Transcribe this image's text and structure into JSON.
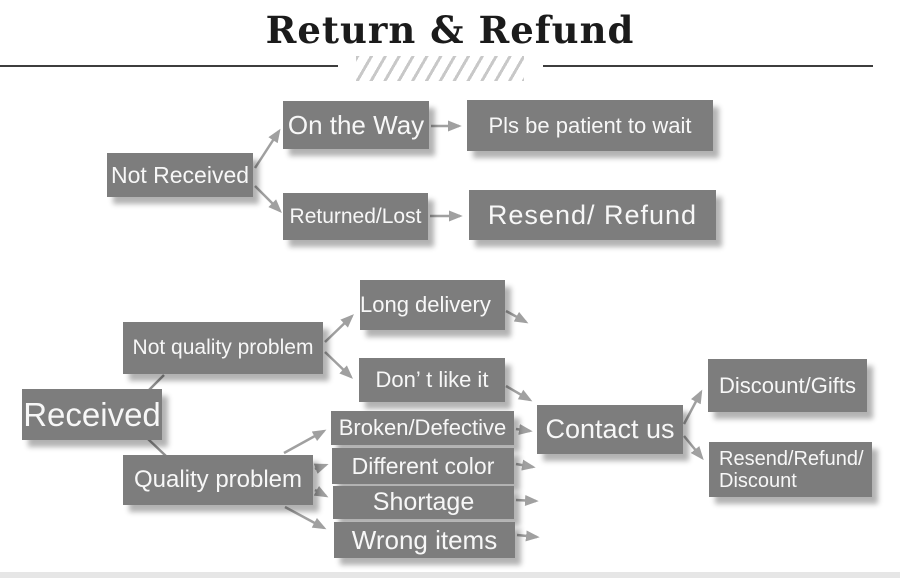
{
  "header": {
    "title": "Return & Refund"
  },
  "flow": {
    "not_received": {
      "label": "Not Received"
    },
    "on_the_way": {
      "label": "On the Way"
    },
    "pls_be_patient": {
      "label": "Pls be patient to wait"
    },
    "returned_lost": {
      "label": "Returned/Lost"
    },
    "resend_refund": {
      "label": "Resend/ Refund"
    },
    "received": {
      "label": "Received"
    },
    "not_quality_problem": {
      "label": "Not quality problem"
    },
    "long_delivery": {
      "label": "Long delivery"
    },
    "dont_like_it": {
      "label": "Don’ t like it"
    },
    "quality_problem": {
      "label": "Quality problem"
    },
    "broken_defective": {
      "label": "Broken/Defective"
    },
    "different_color": {
      "label": "Different color"
    },
    "shortage": {
      "label": "Shortage"
    },
    "wrong_items": {
      "label": "Wrong items"
    },
    "contact_us": {
      "label": "Contact us"
    },
    "discount_gifts": {
      "label": "Discount/Gifts"
    },
    "resend_refund_discount": {
      "line1": "Resend/Refund/",
      "line2": "Discount"
    }
  },
  "colors": {
    "node_fill": "#7d7d7d",
    "node_text": "#f7f7f7",
    "arrow": "#a0a0a0",
    "title_text": "#1b1b1b",
    "rule": "#3d3d3d",
    "hatch": "#c8c8c8"
  }
}
